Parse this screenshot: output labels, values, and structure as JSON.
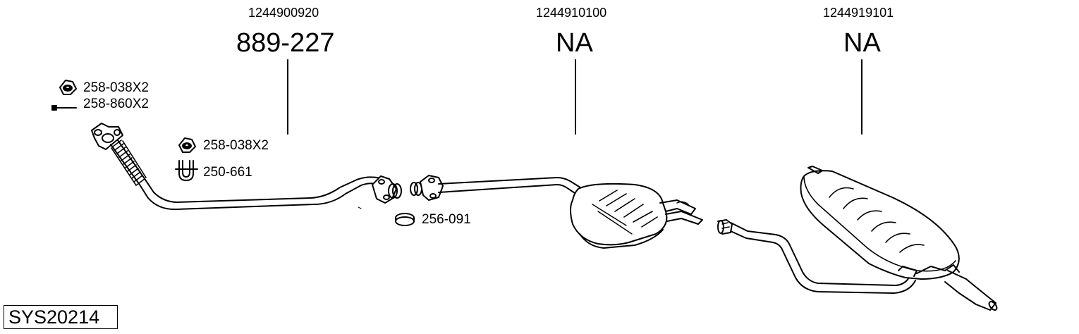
{
  "groups": [
    {
      "oe_number": "1244900920",
      "part_number": "889-227"
    },
    {
      "oe_number": "1244910100",
      "part_number": "NA"
    },
    {
      "oe_number": "1244919101",
      "part_number": "NA"
    }
  ],
  "small_parts": [
    {
      "label": "258-038X2",
      "icon": "hex-nut-icon"
    },
    {
      "label": "258-860X2",
      "icon": "bolt-icon"
    },
    {
      "label": "258-038X2",
      "icon": "hex-nut-icon"
    },
    {
      "label": "250-661",
      "icon": "u-bolt-clamp-icon"
    },
    {
      "label": "256-091",
      "icon": "sealing-ring-icon"
    }
  ],
  "system_code": "SYS20214"
}
